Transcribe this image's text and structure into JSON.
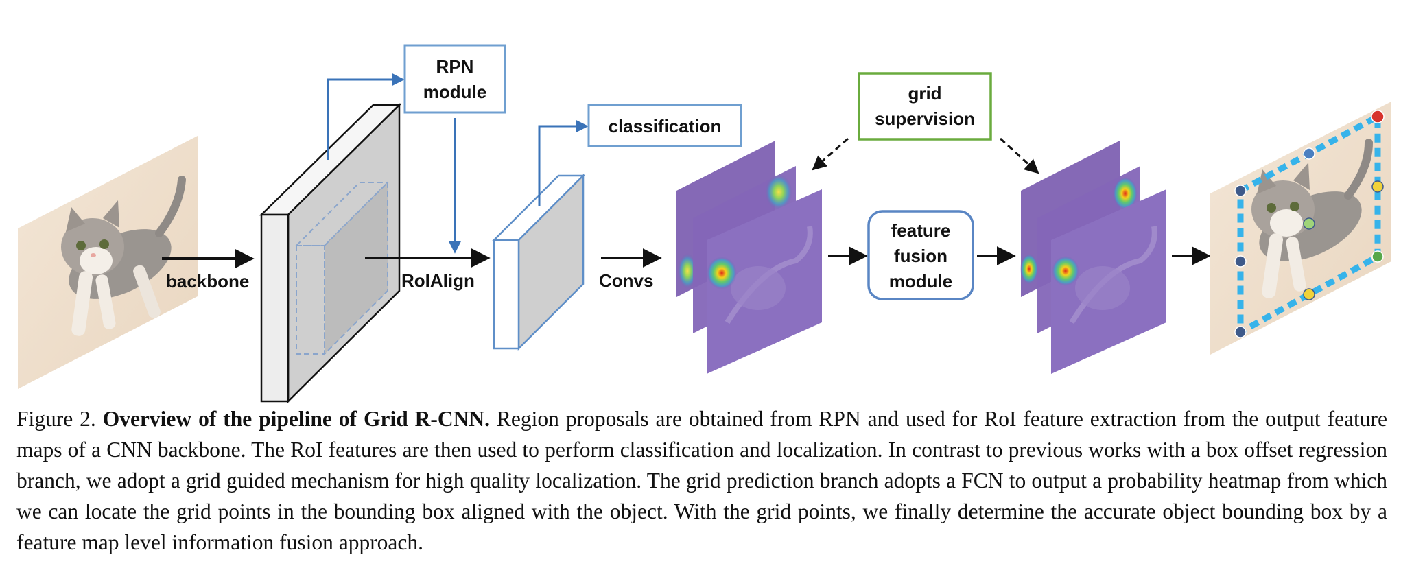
{
  "diagram": {
    "labels": {
      "backbone": "backbone",
      "roialign": "RoIAlign",
      "convs": "Convs"
    },
    "boxes": {
      "rpn_line1": "RPN",
      "rpn_line2": "module",
      "classification": "classification",
      "grid_sup_line1": "grid",
      "grid_sup_line2": "supervision",
      "fusion_line1": "feature",
      "fusion_line2": "fusion",
      "fusion_line3": "module"
    },
    "colors": {
      "blue_box": "#6f9fd0",
      "blue_arrow": "#3a73b8",
      "green_box": "#6aab3e",
      "fusion_box": "#5a86c4",
      "heatmap_purple": "#7b5cb0",
      "grid_dashes": "#36b3ea"
    }
  },
  "caption": {
    "figure_label": "Figure 2.",
    "title": "Overview of the pipeline of Grid R-CNN.",
    "body": "Region proposals are obtained from RPN and used for RoI feature extraction from the output feature maps of a CNN backbone. The RoI features are then used to perform classification and localization. In contrast to previous works with a box offset regression branch, we adopt a grid guided mechanism for high quality localization.  The grid prediction branch adopts a FCN to output a probability heatmap from which we can locate the grid points in the bounding box aligned with the object. With the grid points, we finally determine the accurate object bounding box by a feature map level information fusion approach."
  }
}
